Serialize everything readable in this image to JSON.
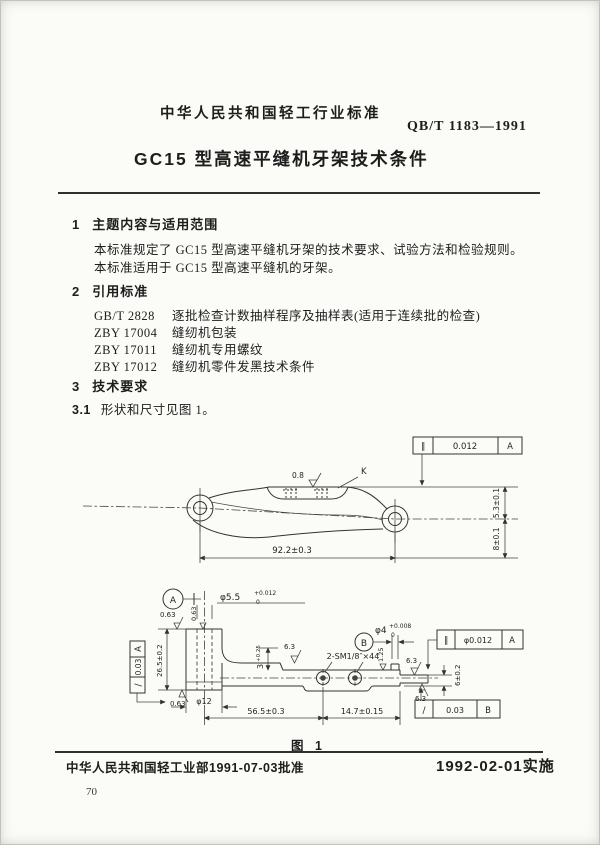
{
  "document": {
    "header_label": "中华人民共和国轻工行业标准",
    "standard_no": "QB/T 1183—1991",
    "title": "GC15 型高速平缝机牙架技术条件"
  },
  "sections": {
    "s1_no": "1",
    "s1_title": "主题内容与适用范围",
    "s1_p1": "本标准规定了 GC15 型高速平缝机牙架的技术要求、试验方法和检验规则。",
    "s1_p2": "本标准适用于 GC15 型高速平缝机的牙架。",
    "s2_no": "2",
    "s2_title": "引用标准",
    "refs": [
      {
        "code": "GB/T 2828",
        "desc": "逐批检查计数抽样程序及抽样表(适用于连续批的检查)"
      },
      {
        "code": "ZBY 17004",
        "desc": "缝纫机包装"
      },
      {
        "code": "ZBY 17011",
        "desc": "缝纫机专用螺纹"
      },
      {
        "code": "ZBY 17012",
        "desc": "缝纫机零件发黑技术条件"
      }
    ],
    "s3_no": "3",
    "s3_title": "技术要求",
    "s31_no": "3.1",
    "s31_text": "形状和尺寸见图 1。"
  },
  "figure": {
    "caption": "图 1",
    "top_view": {
      "finish": "0.8",
      "k_label": "K",
      "fcf_sym": "∥",
      "fcf_val": "0.012",
      "fcf_datum": "A",
      "dim_height_top": "5.3±0.1",
      "dim_height_bottom": "8±0.1",
      "dim_length": "92.2±0.3"
    },
    "side_view": {
      "datum_a": "A",
      "datum_b": "B",
      "bore_main": "φ5.5",
      "bore_sup": "+0.012",
      "bore_sub": "0",
      "pin_main": "φ4",
      "pin_sup": "+0.008",
      "pin_sub": "0",
      "fcf_left_sym": "∕",
      "fcf_left_val": "0.03",
      "fcf_left_datum": "A",
      "fcf_pin_sym": "∥",
      "fcf_pin_val": "φ0.012",
      "fcf_pin_datum": "A",
      "fcf_right_sym": "∕",
      "fcf_right_val": "0.03",
      "fcf_right_datum": "B",
      "dim_cyl_height": "26.5±0.2",
      "dim_cyl_dia": "φ12",
      "dim_span1": "56.5±0.3",
      "dim_span2": "14.7±0.15",
      "dim_step_main": "3",
      "dim_step_sup": "+0.25",
      "dim_end": "6±0.2",
      "screw_label": "2-SM1/8″×44",
      "finish_063": "0.63",
      "finish_63": "6.3",
      "finish_125": "1.25"
    }
  },
  "footer": {
    "approval": "中华人民共和国轻工业部1991-07-03批准",
    "implementation": "1992-02-01实施",
    "page_number": "70"
  }
}
